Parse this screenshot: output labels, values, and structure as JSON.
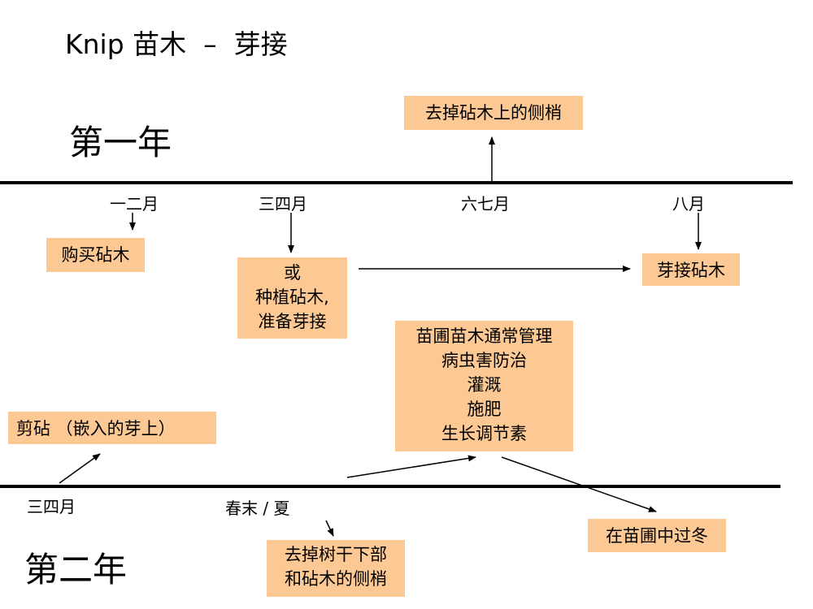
{
  "title": "Knip 苗木  –  芽接",
  "year1": {
    "label": "第一年"
  },
  "year2": {
    "label": "第二年"
  },
  "months": {
    "m12": "一二月",
    "m34": "三四月",
    "m67": "六七月",
    "m8": "八月",
    "y2_m34": "三四月",
    "y2_spring": "春末 / 夏"
  },
  "boxes": {
    "remove_side_shoots": [
      "去掉砧木上的侧梢"
    ],
    "buy_rootstock": [
      "购买砧木"
    ],
    "plant_rootstock": [
      "或",
      "种植砧木,",
      "准备芽接"
    ],
    "bud_graft": [
      "芽接砧木"
    ],
    "nursery_management": [
      "苗圃苗木通常管理",
      "病虫害防治",
      "灌溉",
      "施肥",
      "生长调节素"
    ],
    "cut_back": [
      "剪砧 （嵌入的芽上）"
    ],
    "remove_lower": [
      "去掉树干下部",
      "和砧木的侧梢"
    ],
    "overwinter": [
      "在苗圃中过冬"
    ]
  },
  "colors": {
    "box_fill": "#fcc994",
    "line": "#000000"
  }
}
